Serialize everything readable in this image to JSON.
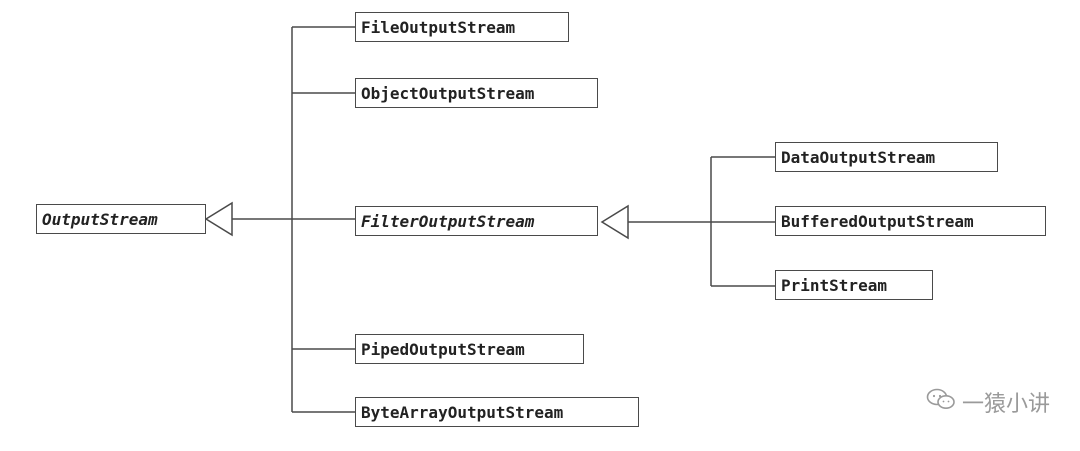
{
  "classes": {
    "output_stream": "OutputStream",
    "file_output_stream": "FileOutputStream",
    "object_output_stream": "ObjectOutputStream",
    "filter_output_stream": "FilterOutputStream",
    "piped_output_stream": "PipedOutputStream",
    "byte_array_output_stream": "ByteArrayOutputStream",
    "data_output_stream": "DataOutputStream",
    "buffered_output_stream": "BufferedOutputStream",
    "print_stream": "PrintStream"
  },
  "watermark": {
    "text": "一猿小讲",
    "icon": "wechat-icon"
  }
}
